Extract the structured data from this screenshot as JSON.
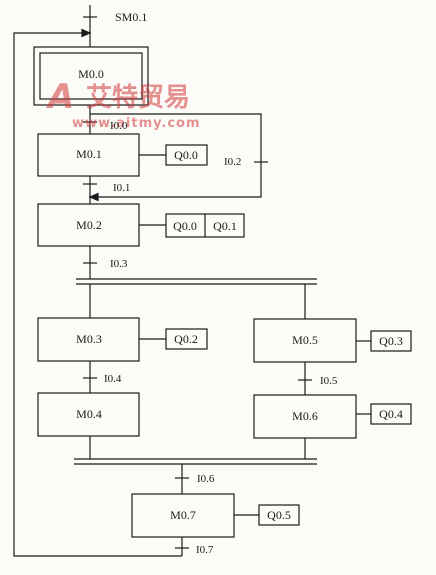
{
  "steps": {
    "m00": "M0.0",
    "m01": "M0.1",
    "m02": "M0.2",
    "m03": "M0.3",
    "m04": "M0.4",
    "m05": "M0.5",
    "m06": "M0.6",
    "m07": "M0.7"
  },
  "actions": {
    "m01_q00": "Q0.0",
    "m02_q00": "Q0.0",
    "m02_q01": "Q0.1",
    "m03_q02": "Q0.2",
    "m05_q03": "Q0.3",
    "m06_q04": "Q0.4",
    "m07_q05": "Q0.5"
  },
  "transitions": {
    "sm01": "SM0.1",
    "i00": "I0.0",
    "i01": "I0.1",
    "i02": "I0.2",
    "i03": "I0.3",
    "i04": "I0.4",
    "i05": "I0.5",
    "i06": "I0.6",
    "i07": "I0.7"
  },
  "watermark": {
    "logo": "A",
    "text": "艾特贸易",
    "url": "www.aitmy.com"
  },
  "colors": {
    "line": "#1a1a1a",
    "watermark": "#d23a3a",
    "background": "#fbfbf8"
  }
}
